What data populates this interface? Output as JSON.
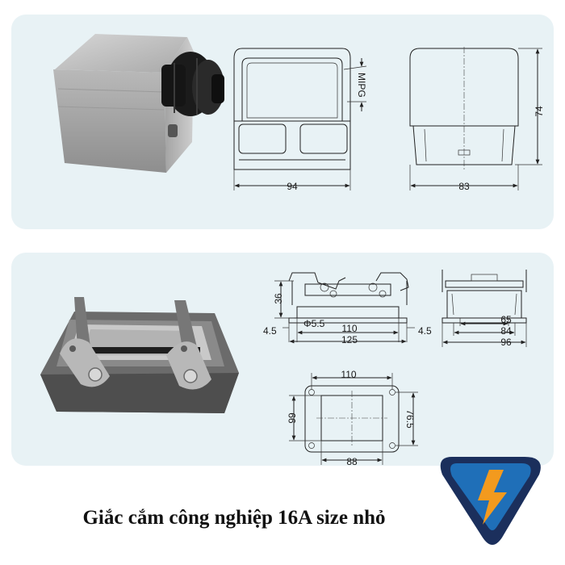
{
  "caption": "Giắc cắm công nghiệp 16A size nhỏ",
  "top_dims": {
    "width": "94",
    "depth": "83",
    "height": "74",
    "thread": "MIPG"
  },
  "bottom_dims": {
    "d36": "36",
    "hole": "Φ5.5",
    "left45": "4.5",
    "right45": "4.5",
    "d110": "110",
    "d125": "125",
    "d65": "65",
    "d84": "84",
    "d96": "96",
    "c110": "110",
    "c99": "99",
    "c765": "76.5",
    "c88": "88"
  },
  "colors": {
    "panel": "#e8f2f5",
    "logo_blue": "#1f6fb8",
    "logo_navy": "#1b2f5c",
    "bolt_orange": "#f39a1e"
  },
  "icons": [
    "lightning-bolt-logo-icon"
  ]
}
